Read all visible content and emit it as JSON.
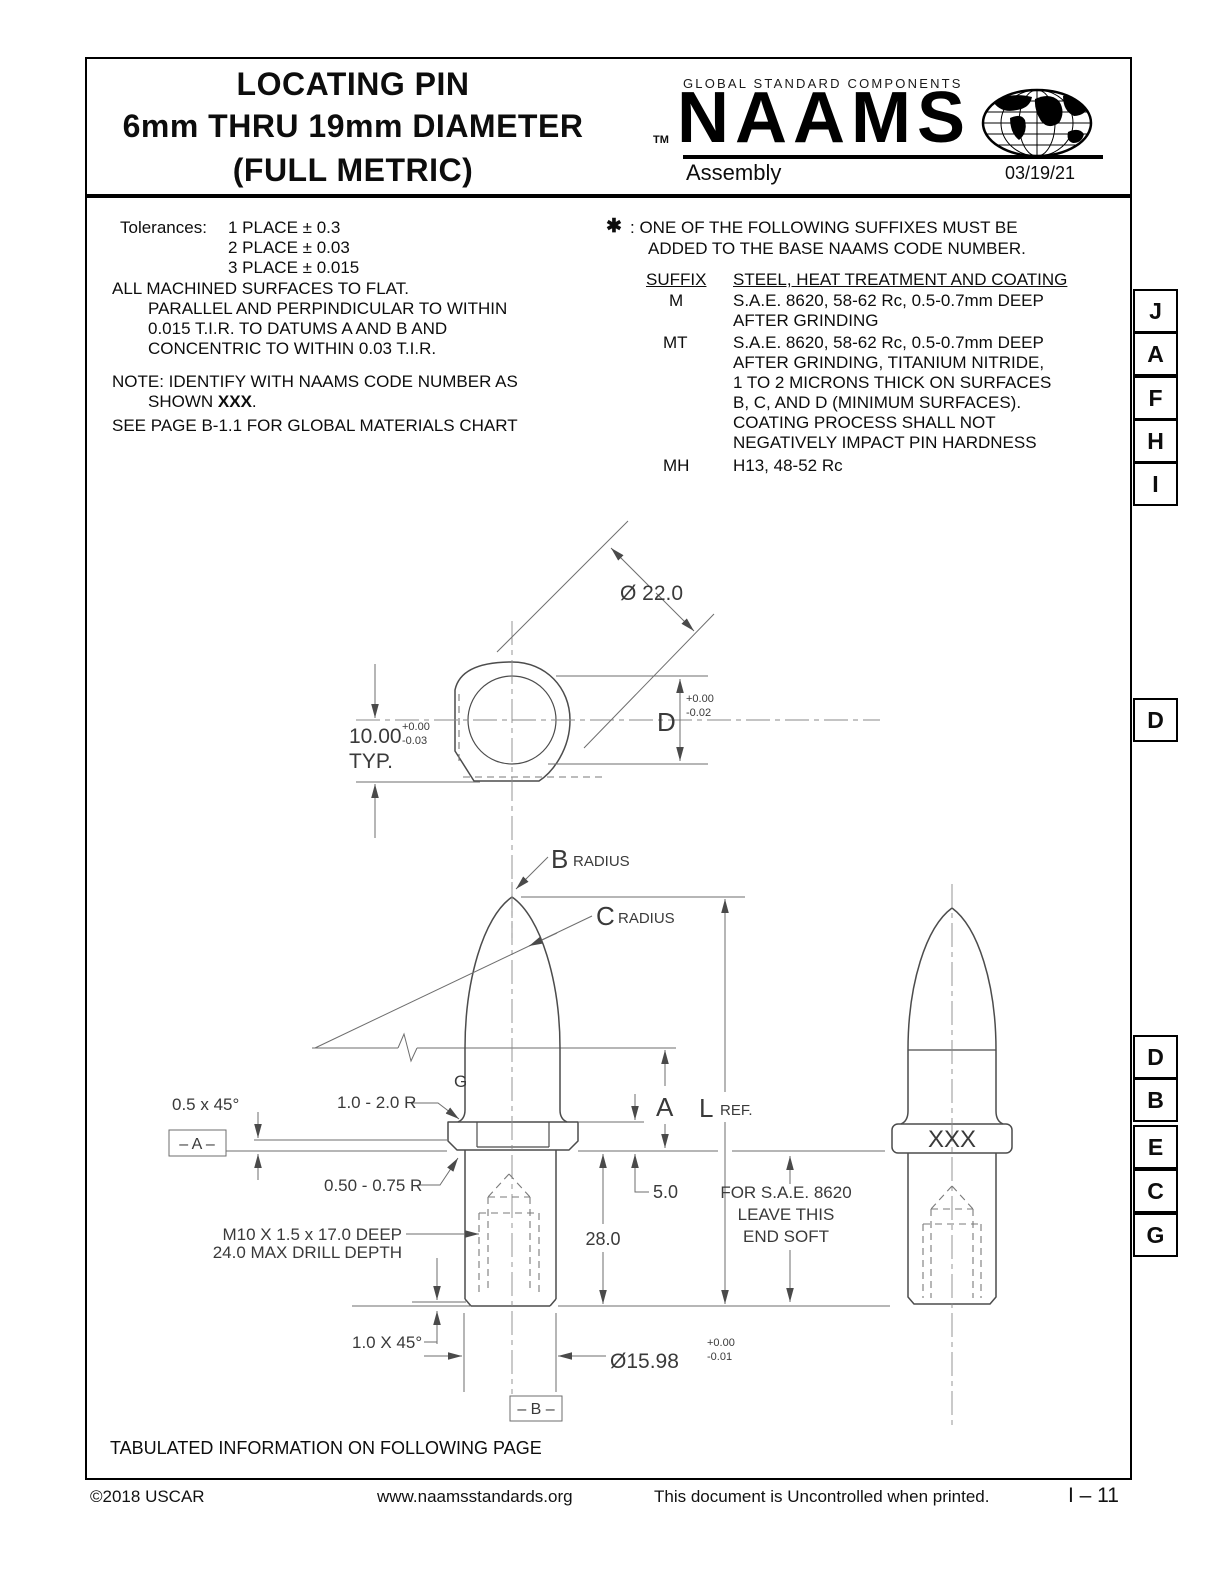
{
  "header": {
    "title_line1": "LOCATING PIN",
    "title_line2": "6mm THRU 19mm DIAMETER",
    "title_line3": "(FULL METRIC)",
    "logo": {
      "tagline": "GLOBAL STANDARD COMPONENTS",
      "tm": "TM",
      "brand": "NAAMS",
      "globe_icon": "globe",
      "subtitle": "Assembly",
      "date": "03/19/21"
    }
  },
  "notes": {
    "tolerances_label": "Tolerances:",
    "tolerance_lines": [
      "1 PLACE ± 0.3",
      "2 PLACE ± 0.03",
      "3 PLACE ± 0.015"
    ],
    "machined_lines": [
      "ALL MACHINED SURFACES TO FLAT.",
      "PARALLEL AND PERPINDICULAR TO WITHIN",
      "0.015 T.I.R. TO DATUMS A AND B AND",
      "CONCENTRIC TO WITHIN 0.03 T.I.R."
    ],
    "note_line1": "NOTE: IDENTIFY WITH NAAMS CODE NUMBER AS",
    "note_line2_prefix": "SHOWN ",
    "note_line2_bold": "XXX",
    "note_line2_suffix": ".",
    "see_page": "SEE PAGE B-1.1 FOR GLOBAL MATERIALS CHART"
  },
  "suffix_note": {
    "star": "✱",
    "intro_line1": ":  ONE OF THE FOLLOWING SUFFIXES MUST BE",
    "intro_line2": "ADDED TO THE BASE NAAMS CODE NUMBER.",
    "col1_header": "SUFFIX",
    "col2_header": "STEEL, HEAT TREATMENT AND COATING",
    "rows": [
      {
        "suffix": "M",
        "lines": [
          "S.A.E. 8620, 58-62 Rc, 0.5-0.7mm DEEP",
          "AFTER GRINDING"
        ]
      },
      {
        "suffix": "MT",
        "lines": [
          "S.A.E. 8620, 58-62 Rc, 0.5-0.7mm DEEP",
          "AFTER GRINDING, TITANIUM NITRIDE,",
          "1 TO 2 MICRONS THICK ON SURFACES",
          "B, C, AND D (MINIMUM SURFACES).",
          "COATING PROCESS SHALL NOT",
          "NEGATIVELY IMPACT PIN HARDNESS"
        ]
      },
      {
        "suffix": "MH",
        "lines": [
          "H13, 48-52 Rc"
        ]
      }
    ]
  },
  "tabs": {
    "top": [
      "J",
      "A",
      "F",
      "H",
      "I"
    ],
    "middle": [
      "D"
    ],
    "bottom": [
      "D",
      "B",
      "E",
      "C",
      "G"
    ]
  },
  "drawing": {
    "top_view": {
      "diameter": "Ø 22.0",
      "width_value": "10.00",
      "width_tol_plus": "+0.00",
      "width_tol_minus": "-0.03",
      "width_typ": "TYP.",
      "d_tol_plus": "+0.00",
      "d_tol_minus": "-0.02",
      "d_label": "D"
    },
    "front_view": {
      "b_label": "B",
      "b_radius": "RADIUS",
      "c_label": "C",
      "c_radius": "RADIUS",
      "g_label": "G",
      "chamfer_top": "0.5 x 45°",
      "fillet_top": "1.0 - 2.0 R",
      "datum_a": "– A –",
      "fillet_bottom": "0.50 - 0.75 R",
      "thread_line1": "M10 X 1.5 x 17.0 DEEP",
      "thread_line2": "24.0 MAX DRILL DEPTH",
      "chamfer_bottom": "1.0 X 45°",
      "dim_a": "A",
      "l_label": "L",
      "l_ref": "REF.",
      "dim_5": "5.0",
      "dim_28": "28.0",
      "dia_value": "Ø15.98",
      "dia_tol_plus": "+0.00",
      "dia_tol_minus": "-0.01",
      "datum_b": "– B –",
      "soft_line1": "FOR S.A.E. 8620",
      "soft_line2": "LEAVE THIS",
      "soft_line3": "END SOFT"
    },
    "side_view": {
      "marking": "XXX"
    }
  },
  "footer": {
    "tabulated": "TABULATED INFORMATION ON FOLLOWING PAGE",
    "copyright": "©2018 USCAR",
    "website": "www.naamsstandards.org",
    "uncontrolled": "This document is Uncontrolled when printed.",
    "page": "I – 11"
  }
}
